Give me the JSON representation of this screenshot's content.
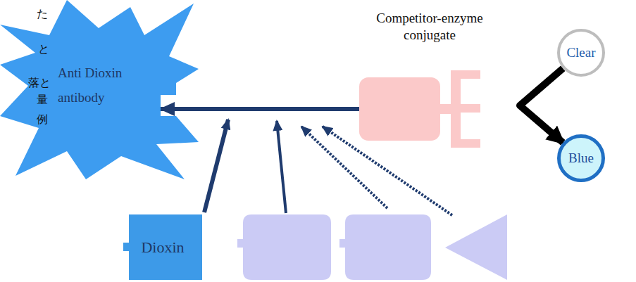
{
  "diagram": {
    "nodes": [
      {
        "text": [
          "Anti Dioxin antibody"
        ]
      },
      {
        "text": [
          "Competitor-enzyme conjugate"
        ]
      },
      {
        "text": [
          "Clear"
        ]
      },
      {
        "text": [
          "Blue"
        ]
      },
      {
        "text": [
          "Dioxin"
        ]
      }
    ],
    "edges": [
      {
        "from": 1,
        "to": 0,
        "arrow": "to"
      },
      {
        "from": 2,
        "to": 3,
        "arrow": "to"
      }
    ],
    "labels": [
      "た",
      "と",
      "落と",
      "量",
      "例"
    ]
  }
}
